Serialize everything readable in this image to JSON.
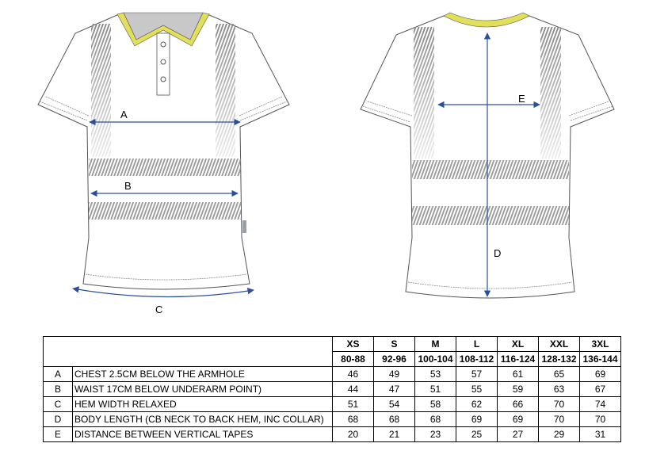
{
  "diagram": {
    "front_labels": {
      "A": "A",
      "B": "B",
      "C": "C"
    },
    "back_labels": {
      "D": "D",
      "E": "E"
    },
    "colors": {
      "arrow": "#2b4f9e",
      "collar_yellow": "#e2e05a",
      "collar_grey": "#c8c8c8",
      "tape": "#8a8a8a",
      "outline": "#555555"
    }
  },
  "table": {
    "sizes": [
      "XS",
      "S",
      "M",
      "L",
      "XL",
      "XXL",
      "3XL"
    ],
    "ranges": [
      "80-88",
      "92-96",
      "100-104",
      "108-112",
      "116-124",
      "128-132",
      "136-144"
    ],
    "rows": [
      {
        "code": "A",
        "label": "CHEST 2.5CM BELOW THE ARMHOLE",
        "values": [
          "46",
          "49",
          "53",
          "57",
          "61",
          "65",
          "69"
        ]
      },
      {
        "code": "B",
        "label": "WAIST 17CM BELOW UNDERARM POINT)",
        "values": [
          "44",
          "47",
          "51",
          "55",
          "59",
          "63",
          "67"
        ]
      },
      {
        "code": "C",
        "label": "HEM WIDTH RELAXED",
        "values": [
          "51",
          "54",
          "58",
          "62",
          "66",
          "70",
          "74"
        ]
      },
      {
        "code": "D",
        "label": "BODY LENGTH (CB NECK TO BACK HEM, INC COLLAR)",
        "values": [
          "68",
          "68",
          "68",
          "69",
          "69",
          "70",
          "70"
        ]
      },
      {
        "code": "E",
        "label": "DISTANCE BETWEEN VERTICAL TAPES",
        "values": [
          "20",
          "21",
          "23",
          "25",
          "27",
          "29",
          "31"
        ]
      }
    ]
  }
}
